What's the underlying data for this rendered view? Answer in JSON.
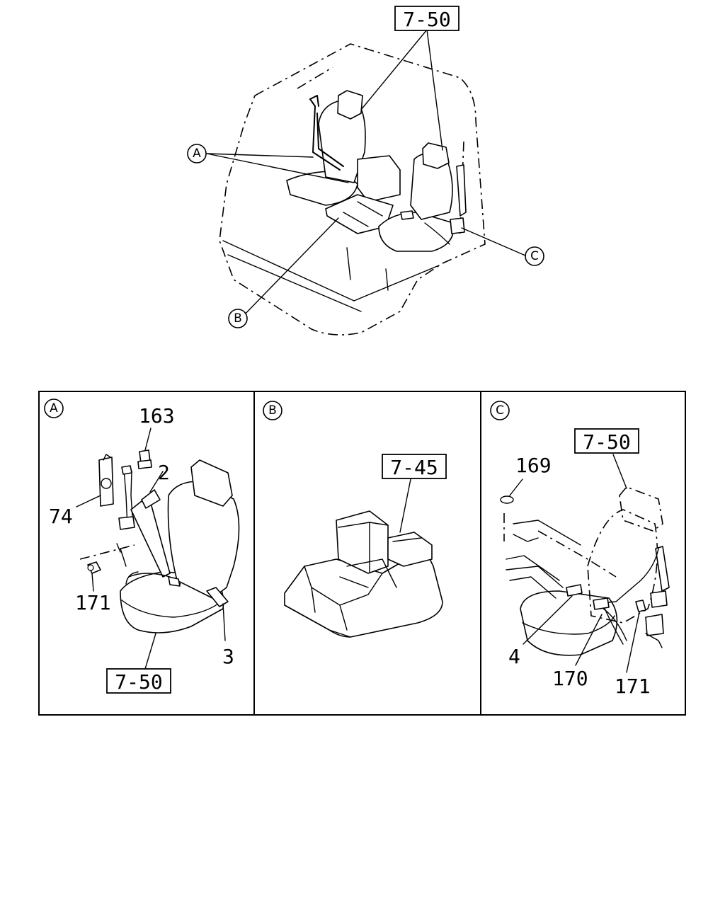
{
  "overview": {
    "top_ref": "7-50",
    "callout_a": "A",
    "callout_b": "B",
    "callout_c": "C"
  },
  "panels": [
    {
      "id": "A",
      "refs": [
        "163",
        "2",
        "74",
        "171",
        "3"
      ],
      "box_ref": "7-50"
    },
    {
      "id": "B",
      "box_ref": "7-45"
    },
    {
      "id": "C",
      "refs": [
        "169",
        "4",
        "170",
        "171"
      ],
      "box_ref": "7-50"
    }
  ]
}
